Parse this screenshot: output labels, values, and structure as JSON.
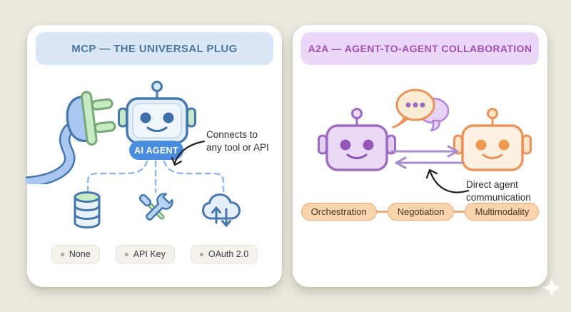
{
  "colors": {
    "page_bg": "#ECE9E1",
    "card_bg": "#FFFFFF",
    "left_header_bg": "#D9E6F6",
    "left_header_fg": "#49779F",
    "right_header_bg": "#EAD6F6",
    "right_header_fg": "#A150B4",
    "agent_badge_bg": "#4A8CDE",
    "agent_badge_fg": "#FFFFFF",
    "auth_badge_bg": "#F4F2ED",
    "auth_badge_border": "#E2DFD7",
    "capability_pill_bg": "#FAD4AC",
    "capability_pill_border": "#F0A878",
    "blue_accent": "#4577AD",
    "green_accent": "#C9EBC4",
    "purple_accent": "#9D6BC0",
    "orange_accent": "#E8935A"
  },
  "left_card": {
    "title": "MCP — THE UNIVERSAL PLUG",
    "agent_badge_label": "AI AGENT",
    "annotation": {
      "line1": "Connects to",
      "line2": "any tool or API"
    },
    "tool_icons": [
      {
        "name": "database-icon"
      },
      {
        "name": "tools-icon"
      },
      {
        "name": "cloud-sync-icon"
      }
    ],
    "auth_badges": [
      {
        "label": "None"
      },
      {
        "label": "API Key"
      },
      {
        "label": "OAuth 2.0"
      }
    ]
  },
  "right_card": {
    "title": "A2A — AGENT-TO-AGENT COLLABORATION",
    "annotation": {
      "line1": "Direct agent",
      "line2": "communication"
    },
    "capability_badges": [
      {
        "label": "Orchestration"
      },
      {
        "label": "Negotiation"
      },
      {
        "label": "Multimodality"
      }
    ]
  }
}
